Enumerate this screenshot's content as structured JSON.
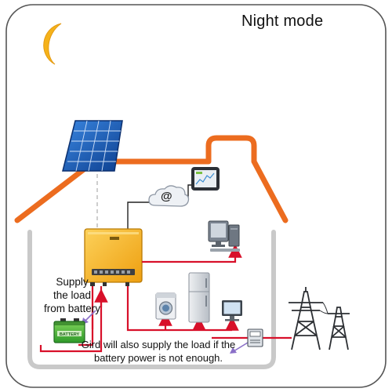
{
  "title": "Night mode",
  "supply_label": [
    "Supply",
    "the load",
    "from battery"
  ],
  "grid_note": [
    "Gird will also supply the load if the",
    "battery power is not enough."
  ],
  "battery_text": "BATTERY",
  "cloud_text": "@",
  "icons": {
    "moon": "moon-icon",
    "solar_panel": "solar-panel-icon",
    "inverter": "inverter-icon",
    "cloud": "internet-cloud-icon",
    "tablet": "monitoring-tablet-icon",
    "computer": "desktop-computer-icon",
    "washer": "washing-machine-icon",
    "fridge": "refrigerator-icon",
    "tv": "television-icon",
    "battery": "battery-icon",
    "meter": "electric-meter-icon",
    "pylons": "power-pylon-icon"
  },
  "colors": {
    "roof": "#ec6c1f",
    "wall": "#c9c9c9",
    "frame": "#555555",
    "power_line": "#d8102a",
    "moon": "#f5b21a",
    "inverter": "#f6b819",
    "solar_panel": "#1b5fb6",
    "flow_arrow": "#8a6fc8"
  }
}
